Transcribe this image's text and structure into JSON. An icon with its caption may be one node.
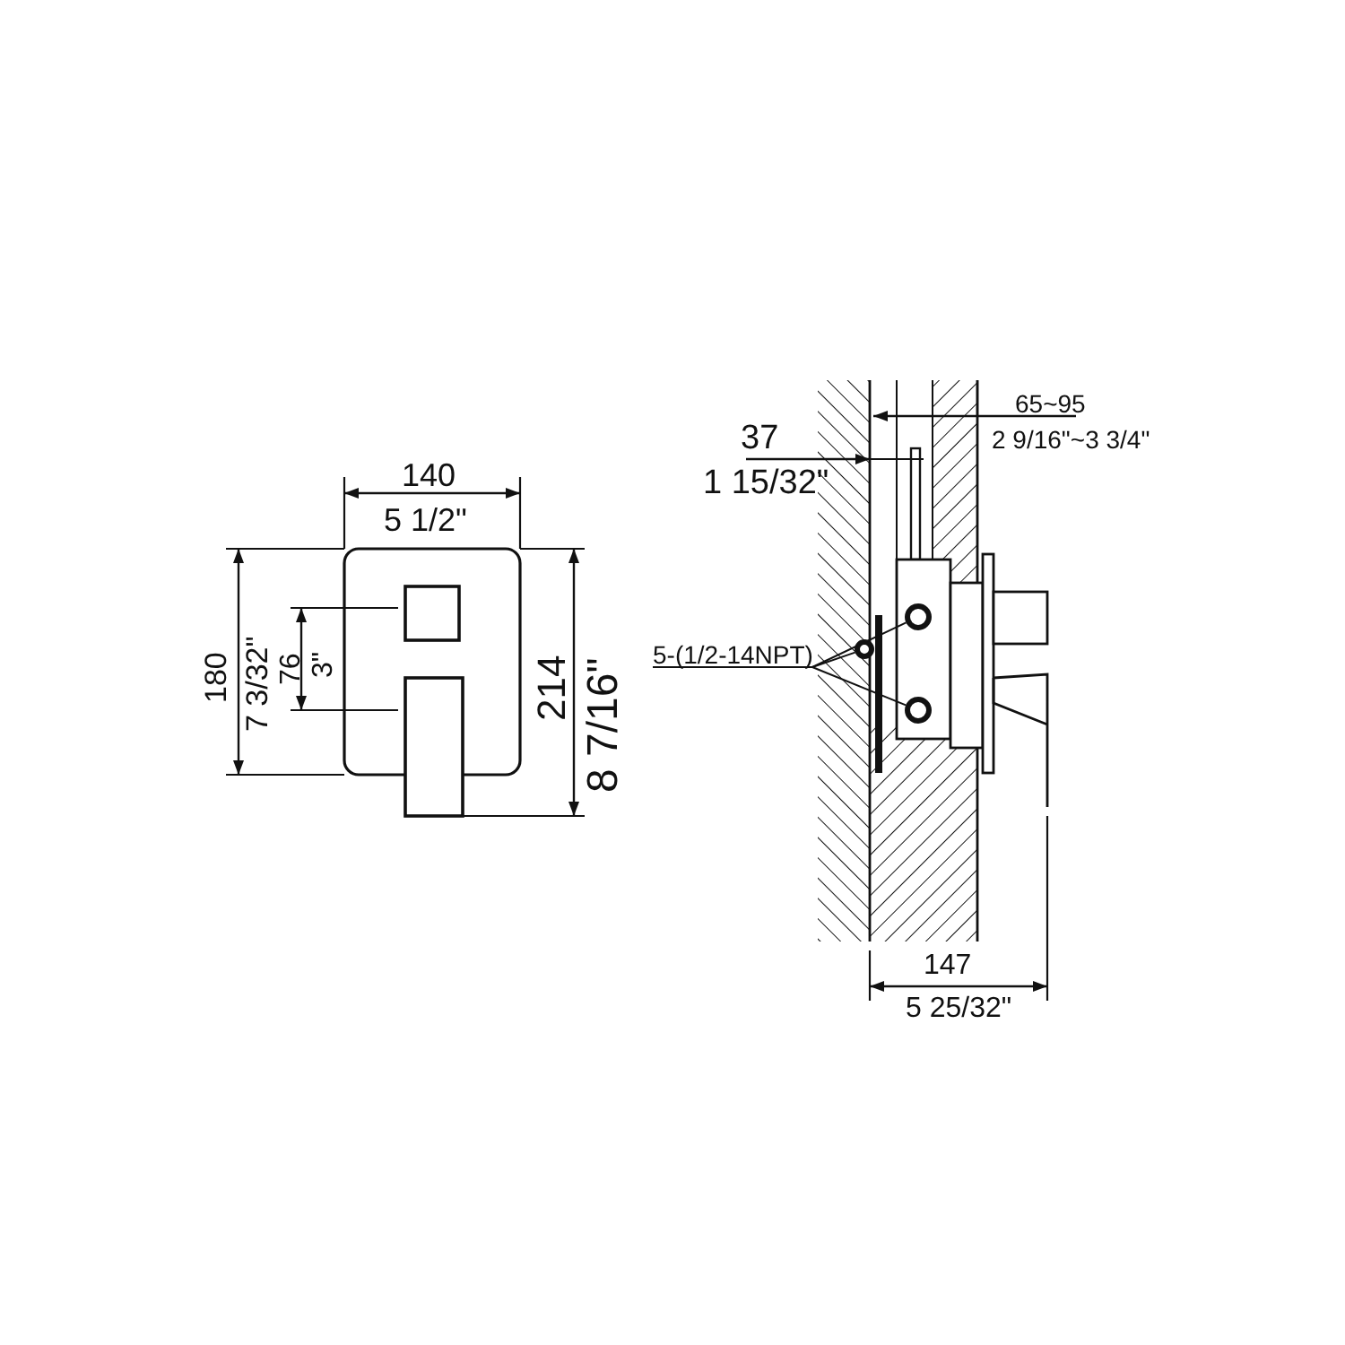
{
  "diagram": {
    "nodes": [
      {
        "text": [
          "5-(1/2-14NPT)"
        ]
      },
      {
        "text": [],
        "shape": "circle"
      },
      {
        "text": [],
        "shape": "circle"
      },
      {
        "text": [],
        "shape": "circle"
      }
    ],
    "edges": [
      {
        "from": 0,
        "to": 1,
        "arrow": "none"
      },
      {
        "from": 0,
        "to": 2,
        "arrow": "none"
      },
      {
        "from": 0,
        "to": 3,
        "arrow": "none"
      }
    ],
    "labels": [
      "65~95",
      "2 9/16\"~3 3/4\"",
      "37",
      "1 15/32\"",
      "140",
      "5 1/2\"",
      "180",
      "7 3/32\"",
      "76",
      "3\"",
      "214",
      "8 7/16\"",
      "147",
      "5 25/32\""
    ]
  }
}
